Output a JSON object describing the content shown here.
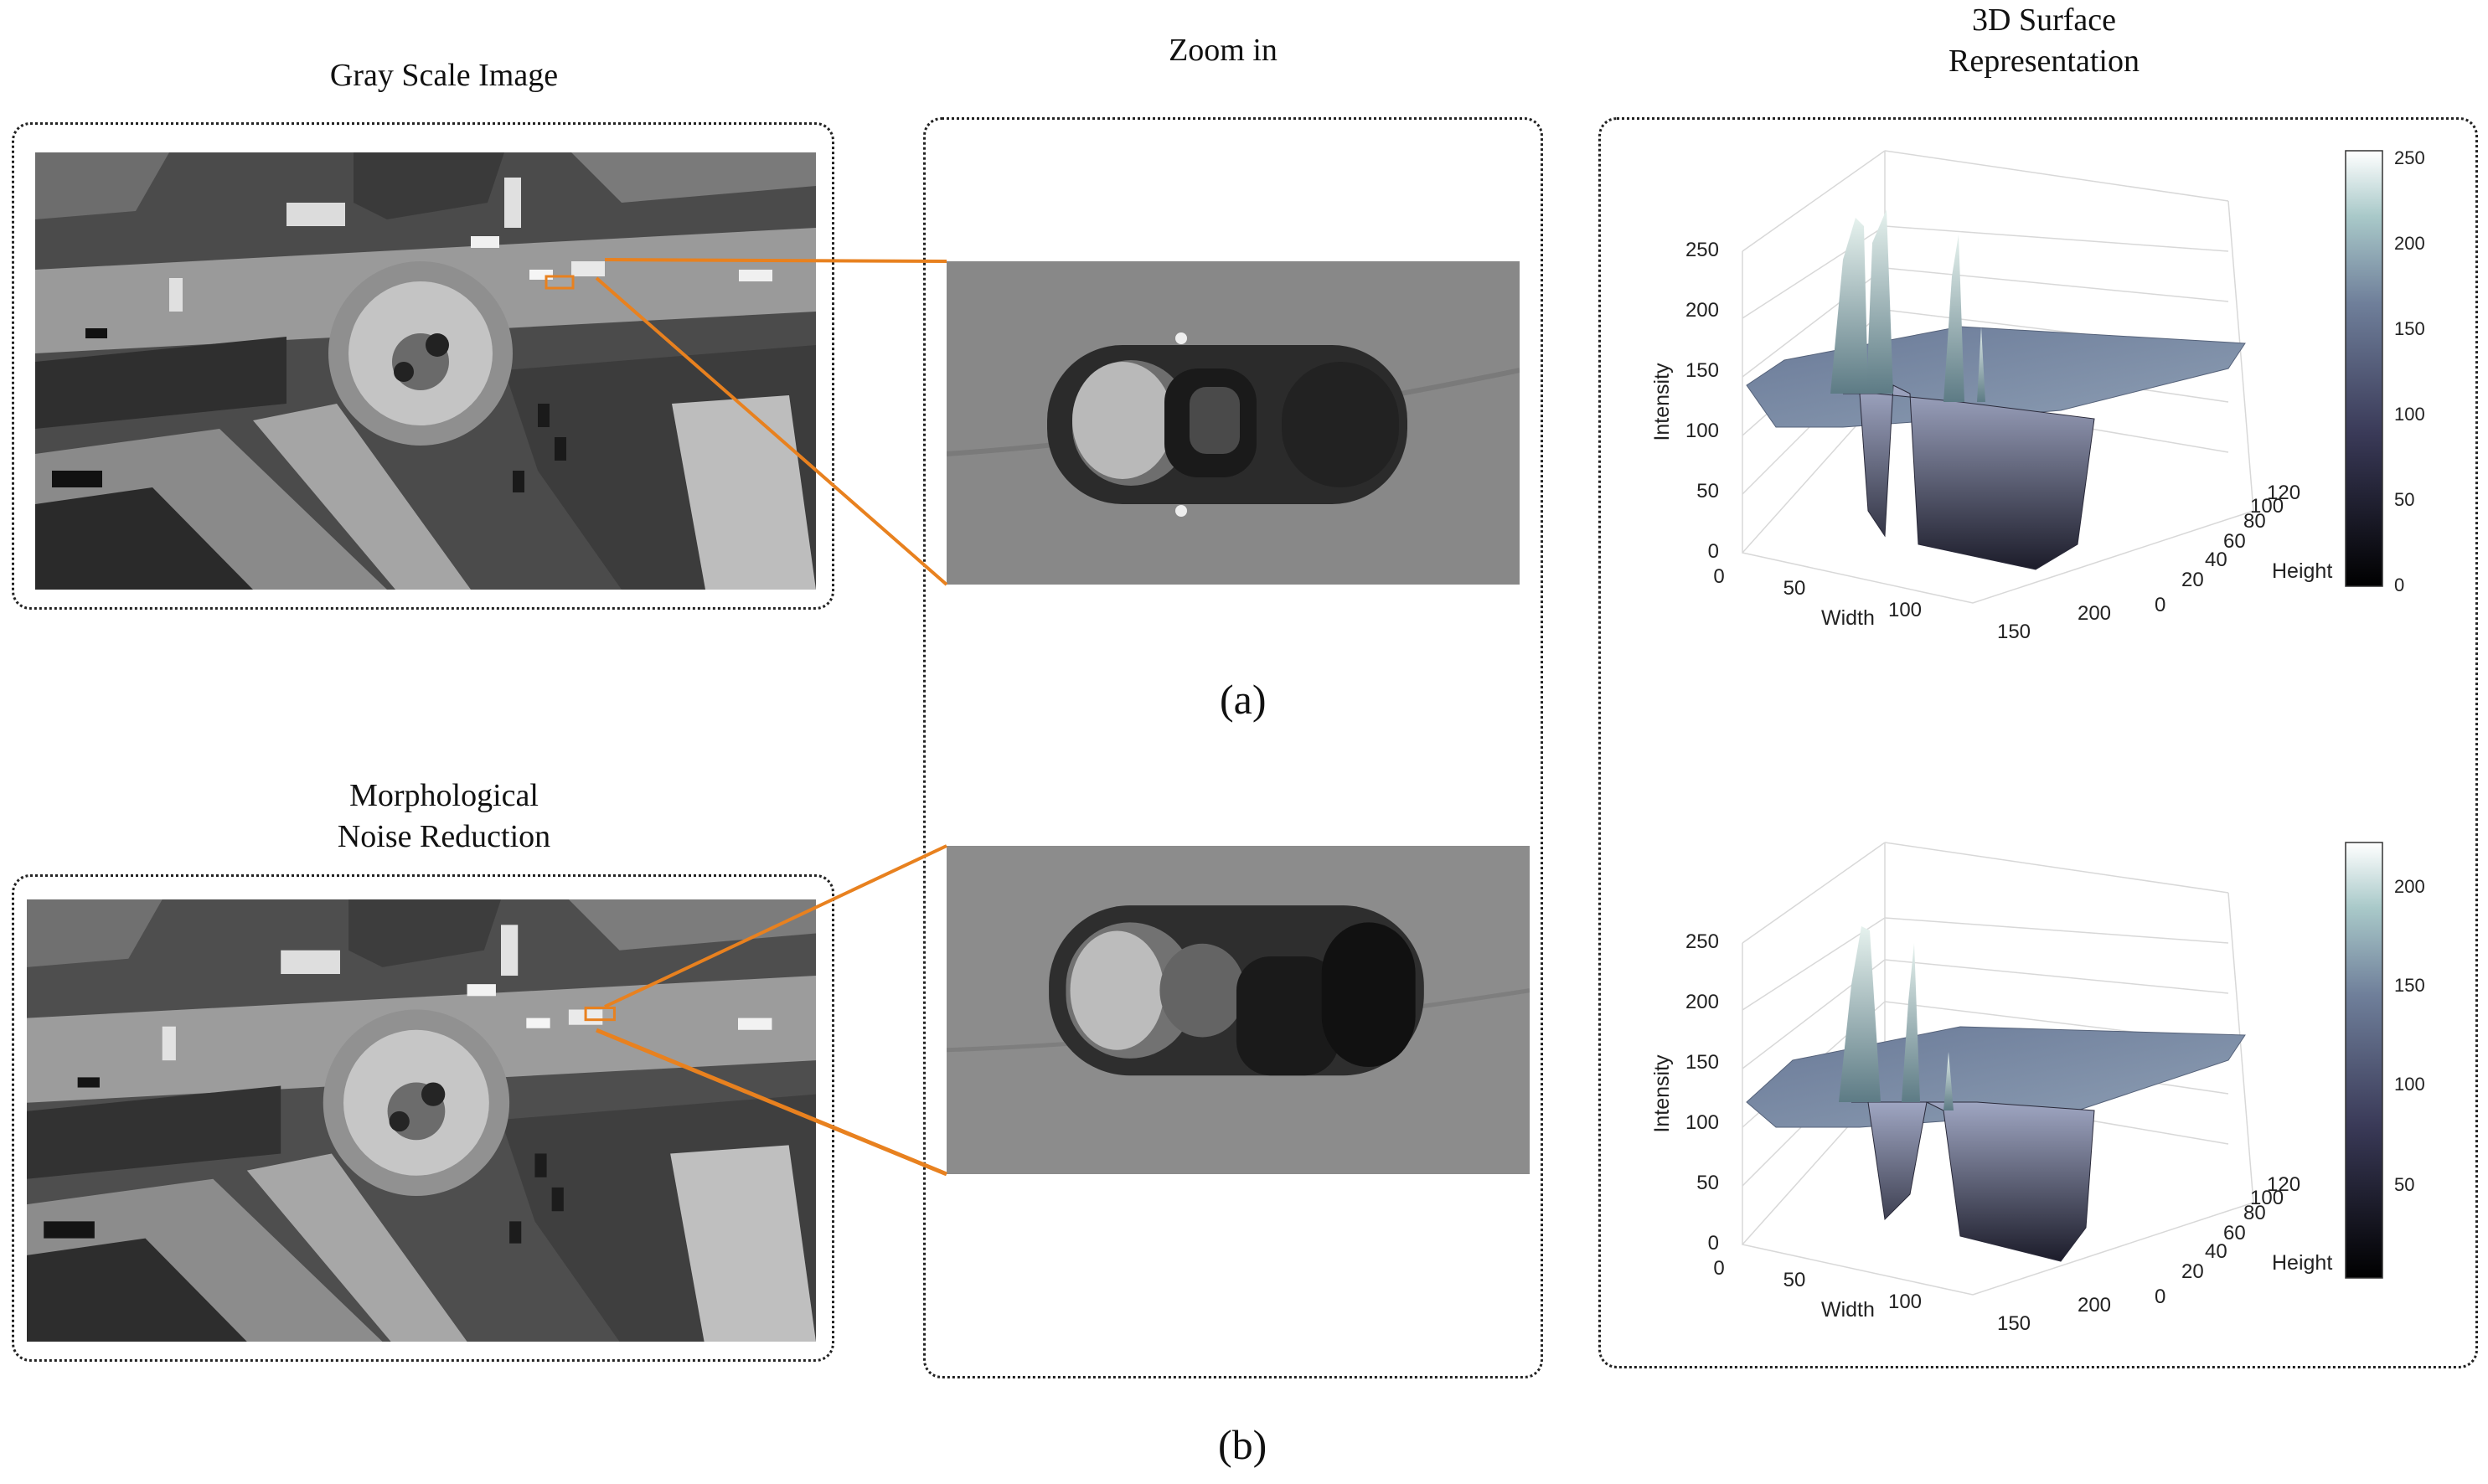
{
  "titles": {
    "gray": "Gray Scale Image",
    "morph_l1": "Morphological",
    "morph_l2": "Noise Reduction",
    "zoom": "Zoom in",
    "surface_l1": "3D Surface",
    "surface_l2": "Representation"
  },
  "captions": {
    "a": "(a)",
    "b": "(b)"
  },
  "colors": {
    "connector": "#e8811f",
    "border": "#222222"
  },
  "surface_plots": [
    {
      "zlabel": "Intensity",
      "xlabel": "Width",
      "ylabel": "Height",
      "z_ticks": [
        "0",
        "50",
        "100",
        "150",
        "200",
        "250"
      ],
      "x_ticks": [
        "0",
        "50",
        "100",
        "150",
        "200"
      ],
      "y_ticks": [
        "0",
        "20",
        "40",
        "60",
        "80",
        "100",
        "120"
      ],
      "colorbar_ticks": [
        "0",
        "50",
        "100",
        "150",
        "200",
        "250"
      ]
    },
    {
      "zlabel": "Intensity",
      "xlabel": "Width",
      "ylabel": "Height",
      "z_ticks": [
        "0",
        "50",
        "100",
        "150",
        "200",
        "250"
      ],
      "x_ticks": [
        "0",
        "50",
        "100",
        "150",
        "200"
      ],
      "y_ticks": [
        "0",
        "20",
        "40",
        "60",
        "80",
        "100",
        "120"
      ],
      "colorbar_ticks": [
        "50",
        "100",
        "150",
        "200"
      ]
    }
  ]
}
